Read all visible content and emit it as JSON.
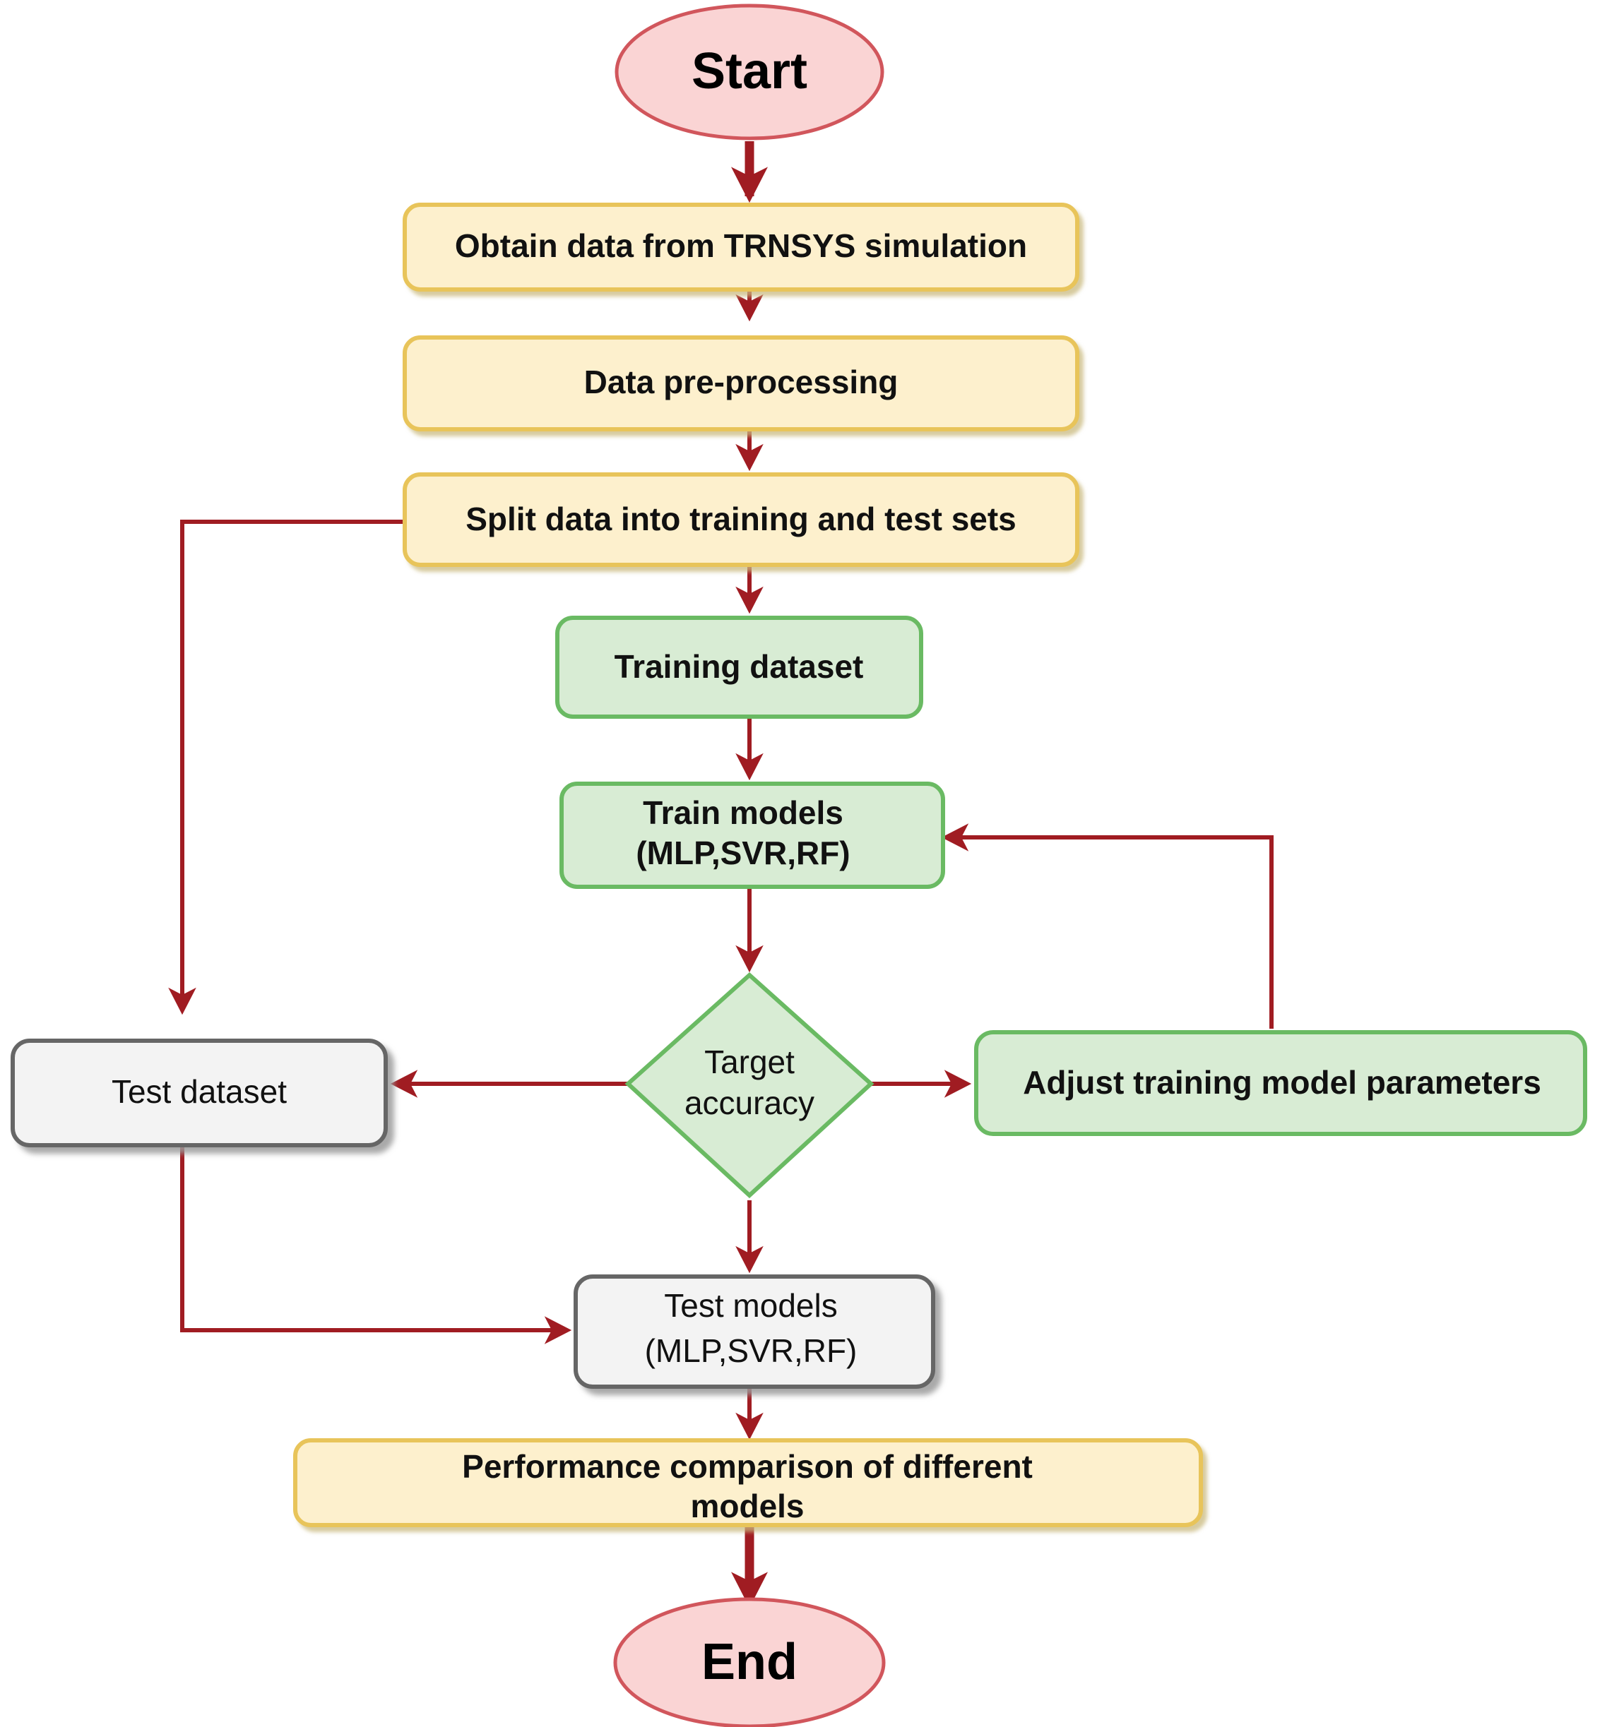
{
  "diagram": {
    "title": "Machine learning prediction model workflow flowchart",
    "type": "flowchart",
    "colors": {
      "terminator_fill": "#fad4d4",
      "terminator_stroke": "#d1565c",
      "process_yellow_fill": "#fdf0cd",
      "process_yellow_stroke": "#e8c45a",
      "process_green_fill": "#d8ecd4",
      "process_green_stroke": "#6aba63",
      "process_gray_fill": "#f3f3f3",
      "process_gray_stroke": "#666666",
      "connector": "#a01c22",
      "text": "#111111"
    },
    "nodes": [
      {
        "id": "start",
        "shape": "ellipse",
        "label": "Start",
        "style": "terminator"
      },
      {
        "id": "obtain",
        "shape": "rounded-rect",
        "label": "Obtain data from TRNSYS simulation",
        "style": "yellow"
      },
      {
        "id": "preprocess",
        "shape": "rounded-rect",
        "label": "Data pre-processing",
        "style": "yellow"
      },
      {
        "id": "split",
        "shape": "rounded-rect",
        "label": "Split data into training and test sets",
        "style": "yellow"
      },
      {
        "id": "traindata",
        "shape": "rounded-rect",
        "label": "Training dataset",
        "style": "green"
      },
      {
        "id": "trainmodels",
        "shape": "rounded-rect",
        "label_line1": "Train models",
        "label_line2": "(MLP,SVR,RF)",
        "style": "green"
      },
      {
        "id": "decision",
        "shape": "diamond",
        "label_line1": "Target",
        "label_line2": "accuracy",
        "style": "green"
      },
      {
        "id": "testdata",
        "shape": "rounded-rect",
        "label": "Test dataset",
        "style": "gray"
      },
      {
        "id": "adjust",
        "shape": "rounded-rect",
        "label": "Adjust training model parameters",
        "style": "green"
      },
      {
        "id": "testmodels",
        "shape": "rounded-rect",
        "label_line1": "Test models",
        "label_line2": "(MLP,SVR,RF)",
        "style": "gray"
      },
      {
        "id": "performance",
        "shape": "rounded-rect",
        "label_line1": "Performance comparison of different",
        "label_line2": "models",
        "style": "yellow"
      },
      {
        "id": "end",
        "shape": "ellipse",
        "label": "End",
        "style": "terminator"
      }
    ],
    "edges": [
      {
        "from": "start",
        "to": "obtain",
        "kind": "straight-down",
        "weight": "thick"
      },
      {
        "from": "obtain",
        "to": "preprocess",
        "kind": "straight-down",
        "weight": "thin"
      },
      {
        "from": "preprocess",
        "to": "split",
        "kind": "straight-down",
        "weight": "thin"
      },
      {
        "from": "split",
        "to": "traindata",
        "kind": "straight-down",
        "weight": "thin"
      },
      {
        "from": "split",
        "to": "testdata",
        "kind": "elbow-left-down",
        "weight": "thin"
      },
      {
        "from": "traindata",
        "to": "trainmodels",
        "kind": "straight-down",
        "weight": "thin"
      },
      {
        "from": "trainmodels",
        "to": "decision",
        "kind": "straight-down",
        "weight": "thin"
      },
      {
        "from": "decision",
        "to": "testdata",
        "kind": "straight-left",
        "weight": "thin"
      },
      {
        "from": "decision",
        "to": "adjust",
        "kind": "straight-right",
        "weight": "thin"
      },
      {
        "from": "decision",
        "to": "testmodels",
        "kind": "straight-down",
        "weight": "thin"
      },
      {
        "from": "adjust",
        "to": "trainmodels",
        "kind": "elbow-up-left",
        "weight": "thin"
      },
      {
        "from": "testdata",
        "to": "testmodels",
        "kind": "elbow-down-right",
        "weight": "thin"
      },
      {
        "from": "testmodels",
        "to": "performance",
        "kind": "straight-down",
        "weight": "thin"
      },
      {
        "from": "performance",
        "to": "end",
        "kind": "straight-down",
        "weight": "thick"
      }
    ]
  }
}
